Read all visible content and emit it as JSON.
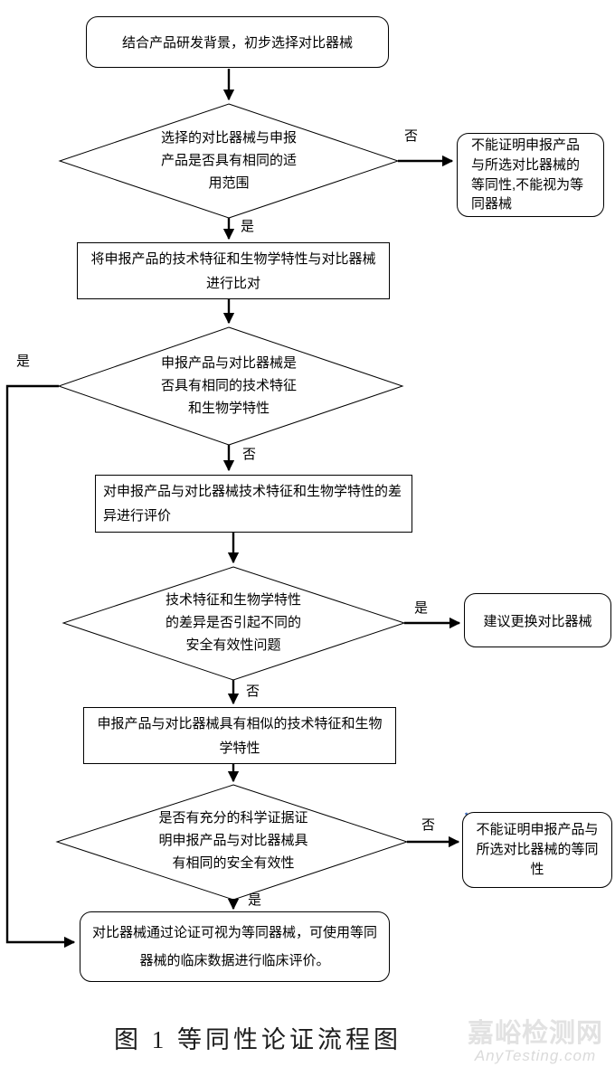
{
  "flowchart": {
    "nodes": {
      "start": {
        "text": "结合产品研发背景，初步选择对比器械"
      },
      "decision_scope": {
        "text": "选择的对比器械与申报产品是否具有相同的适用范围"
      },
      "reject_full": {
        "text": "不能证明申报产品与所选对比器械的等同性,不能视为等同器械"
      },
      "compare": {
        "text": "将申报产品的技术特征和生物学特性与对比器械进行比对"
      },
      "decision_characteristics": {
        "text": "申报产品与对比器械是否具有相同的技术特征和生物学特性"
      },
      "evaluate": {
        "text": "对申报产品与对比器械技术特征和生物学特性的差异进行评价"
      },
      "decision_safety": {
        "text": "技术特征和生物学特性的差异是否引起不同的安全有效性问题"
      },
      "change_comparator": {
        "text": "建议更换对比器械"
      },
      "similar": {
        "text": "申报产品与对比器械具有相似的技术特征和生物学特性"
      },
      "decision_evidence": {
        "text": "是否有充分的科学证据证明申报产品与对比器械具有相同的安全有效性"
      },
      "reject_equivalence": {
        "text": "不能证明申报产品与所选对比器械的等同性"
      },
      "final": {
        "text": "对比器械通过论证可视为等同器械，可使用等同器械的临床数据进行临床评价。"
      }
    },
    "edge_labels": {
      "yes": "是",
      "no": "否"
    }
  },
  "caption": "图 1 等同性论证流程图",
  "watermark": {
    "cn": "嘉峪检测网",
    "en": "AnyTesting.com"
  },
  "colors": {
    "line": "#000000",
    "checkmark": "#4472c4",
    "watermark": "#e2e2e2"
  }
}
